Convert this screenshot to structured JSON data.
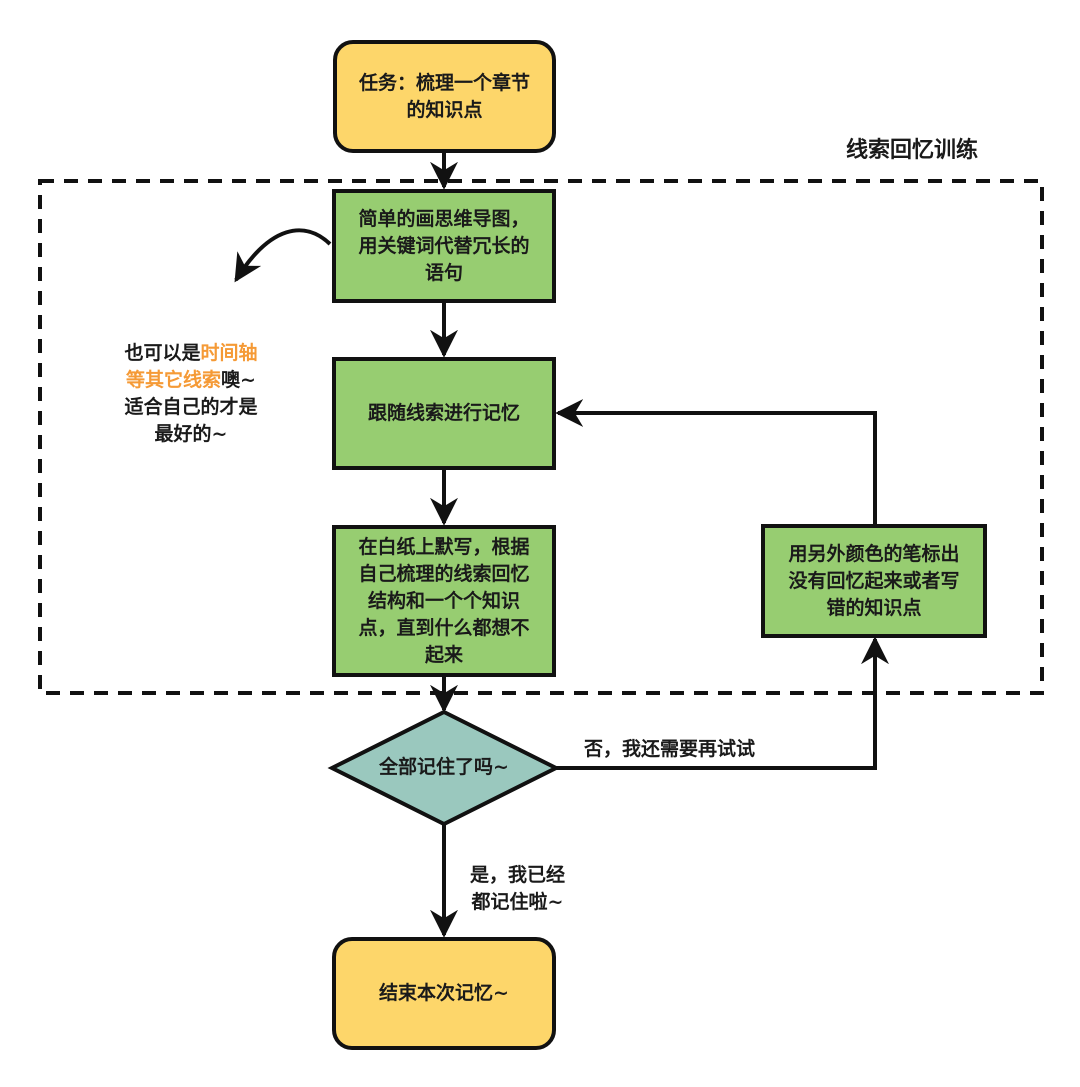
{
  "colors": {
    "start_end_fill": "#FDD66A",
    "process_fill": "#97CD71",
    "decision_fill": "#9AC8BE",
    "highlight_text": "#F59A36",
    "stroke": "#111111"
  },
  "group": {
    "title": "线索回忆训练"
  },
  "nodes": {
    "start": {
      "text": "任务：梳理一个章节\n的知识点"
    },
    "mindmap": {
      "text": "简单的画思维导图，\n用关键词代替冗长的\n语句"
    },
    "follow": {
      "text": "跟随线索进行记忆"
    },
    "write": {
      "text": "在白纸上默写，根据\n自己梳理的线索回忆\n结构和一个个知识\n点，直到什么都想不\n起来"
    },
    "mark": {
      "text": "用另外颜色的笔标出\n没有回忆起来或者写\n错的知识点"
    },
    "decision": {
      "text": "全部记住了吗~"
    },
    "end": {
      "text": "结束本次记忆~"
    }
  },
  "edge_labels": {
    "no": "否，我还需要再试试",
    "yes": "是，我已经\n都记住啦~"
  },
  "side_note": {
    "part1": "也可以是",
    "part2_highlight": "时间轴\n等其它线索",
    "part3": "噢~\n适合自己的才是\n最好的~"
  }
}
